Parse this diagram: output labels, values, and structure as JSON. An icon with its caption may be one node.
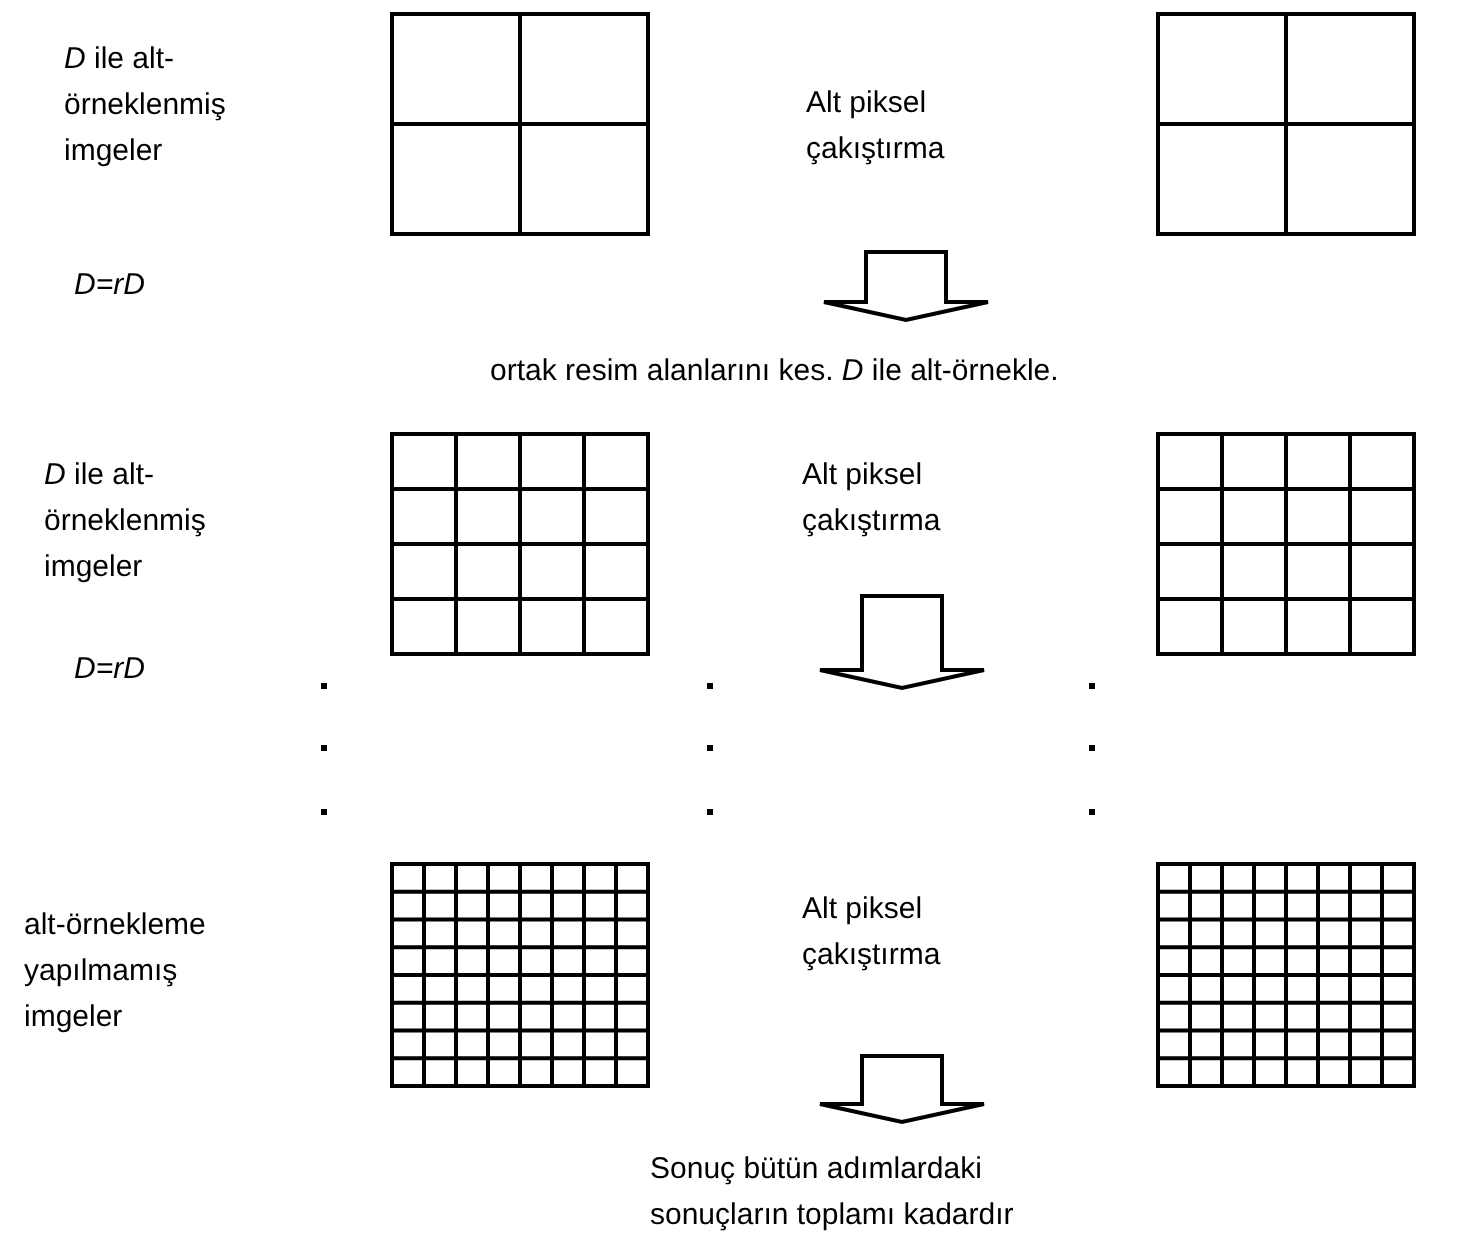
{
  "diagram": {
    "nodes": [
      {
        "text": [
          "*D* ile alt-örneklenmiş imgeler"
        ]
      },
      {
        "text": [],
        "shape": "grid"
      },
      {
        "text": [
          "Alt piksel çakıştırma"
        ]
      },
      {
        "text": [],
        "shape": "grid"
      },
      {
        "text": [
          "ortak resim alanlarını kes.  *D* ile alt-örnekle."
        ]
      },
      {
        "text": [
          "*D* ile alt-örneklenmiş imgeler"
        ]
      },
      {
        "text": [],
        "shape": "grid"
      },
      {
        "text": [
          "Alt piksel çakıştırma"
        ]
      },
      {
        "text": [],
        "shape": "grid"
      },
      {
        "text": [
          "alt-örnekleme yapılmamış imgeler"
        ]
      },
      {
        "text": [],
        "shape": "grid"
      },
      {
        "text": [
          "Alt piksel çakıştırma"
        ]
      },
      {
        "text": [],
        "shape": "grid"
      },
      {
        "text": [
          "Sonuç bütün adımlardaki sonuçların toplamı kadardır"
        ]
      }
    ],
    "edges": [
      {
        "from": 2,
        "to": 4,
        "arrow": "to"
      },
      {
        "from": 7,
        "to": null,
        "arrow": "to"
      },
      {
        "from": 11,
        "to": 13,
        "arrow": "to"
      }
    ],
    "labels": [
      "D=rD",
      "D=rD"
    ]
  }
}
